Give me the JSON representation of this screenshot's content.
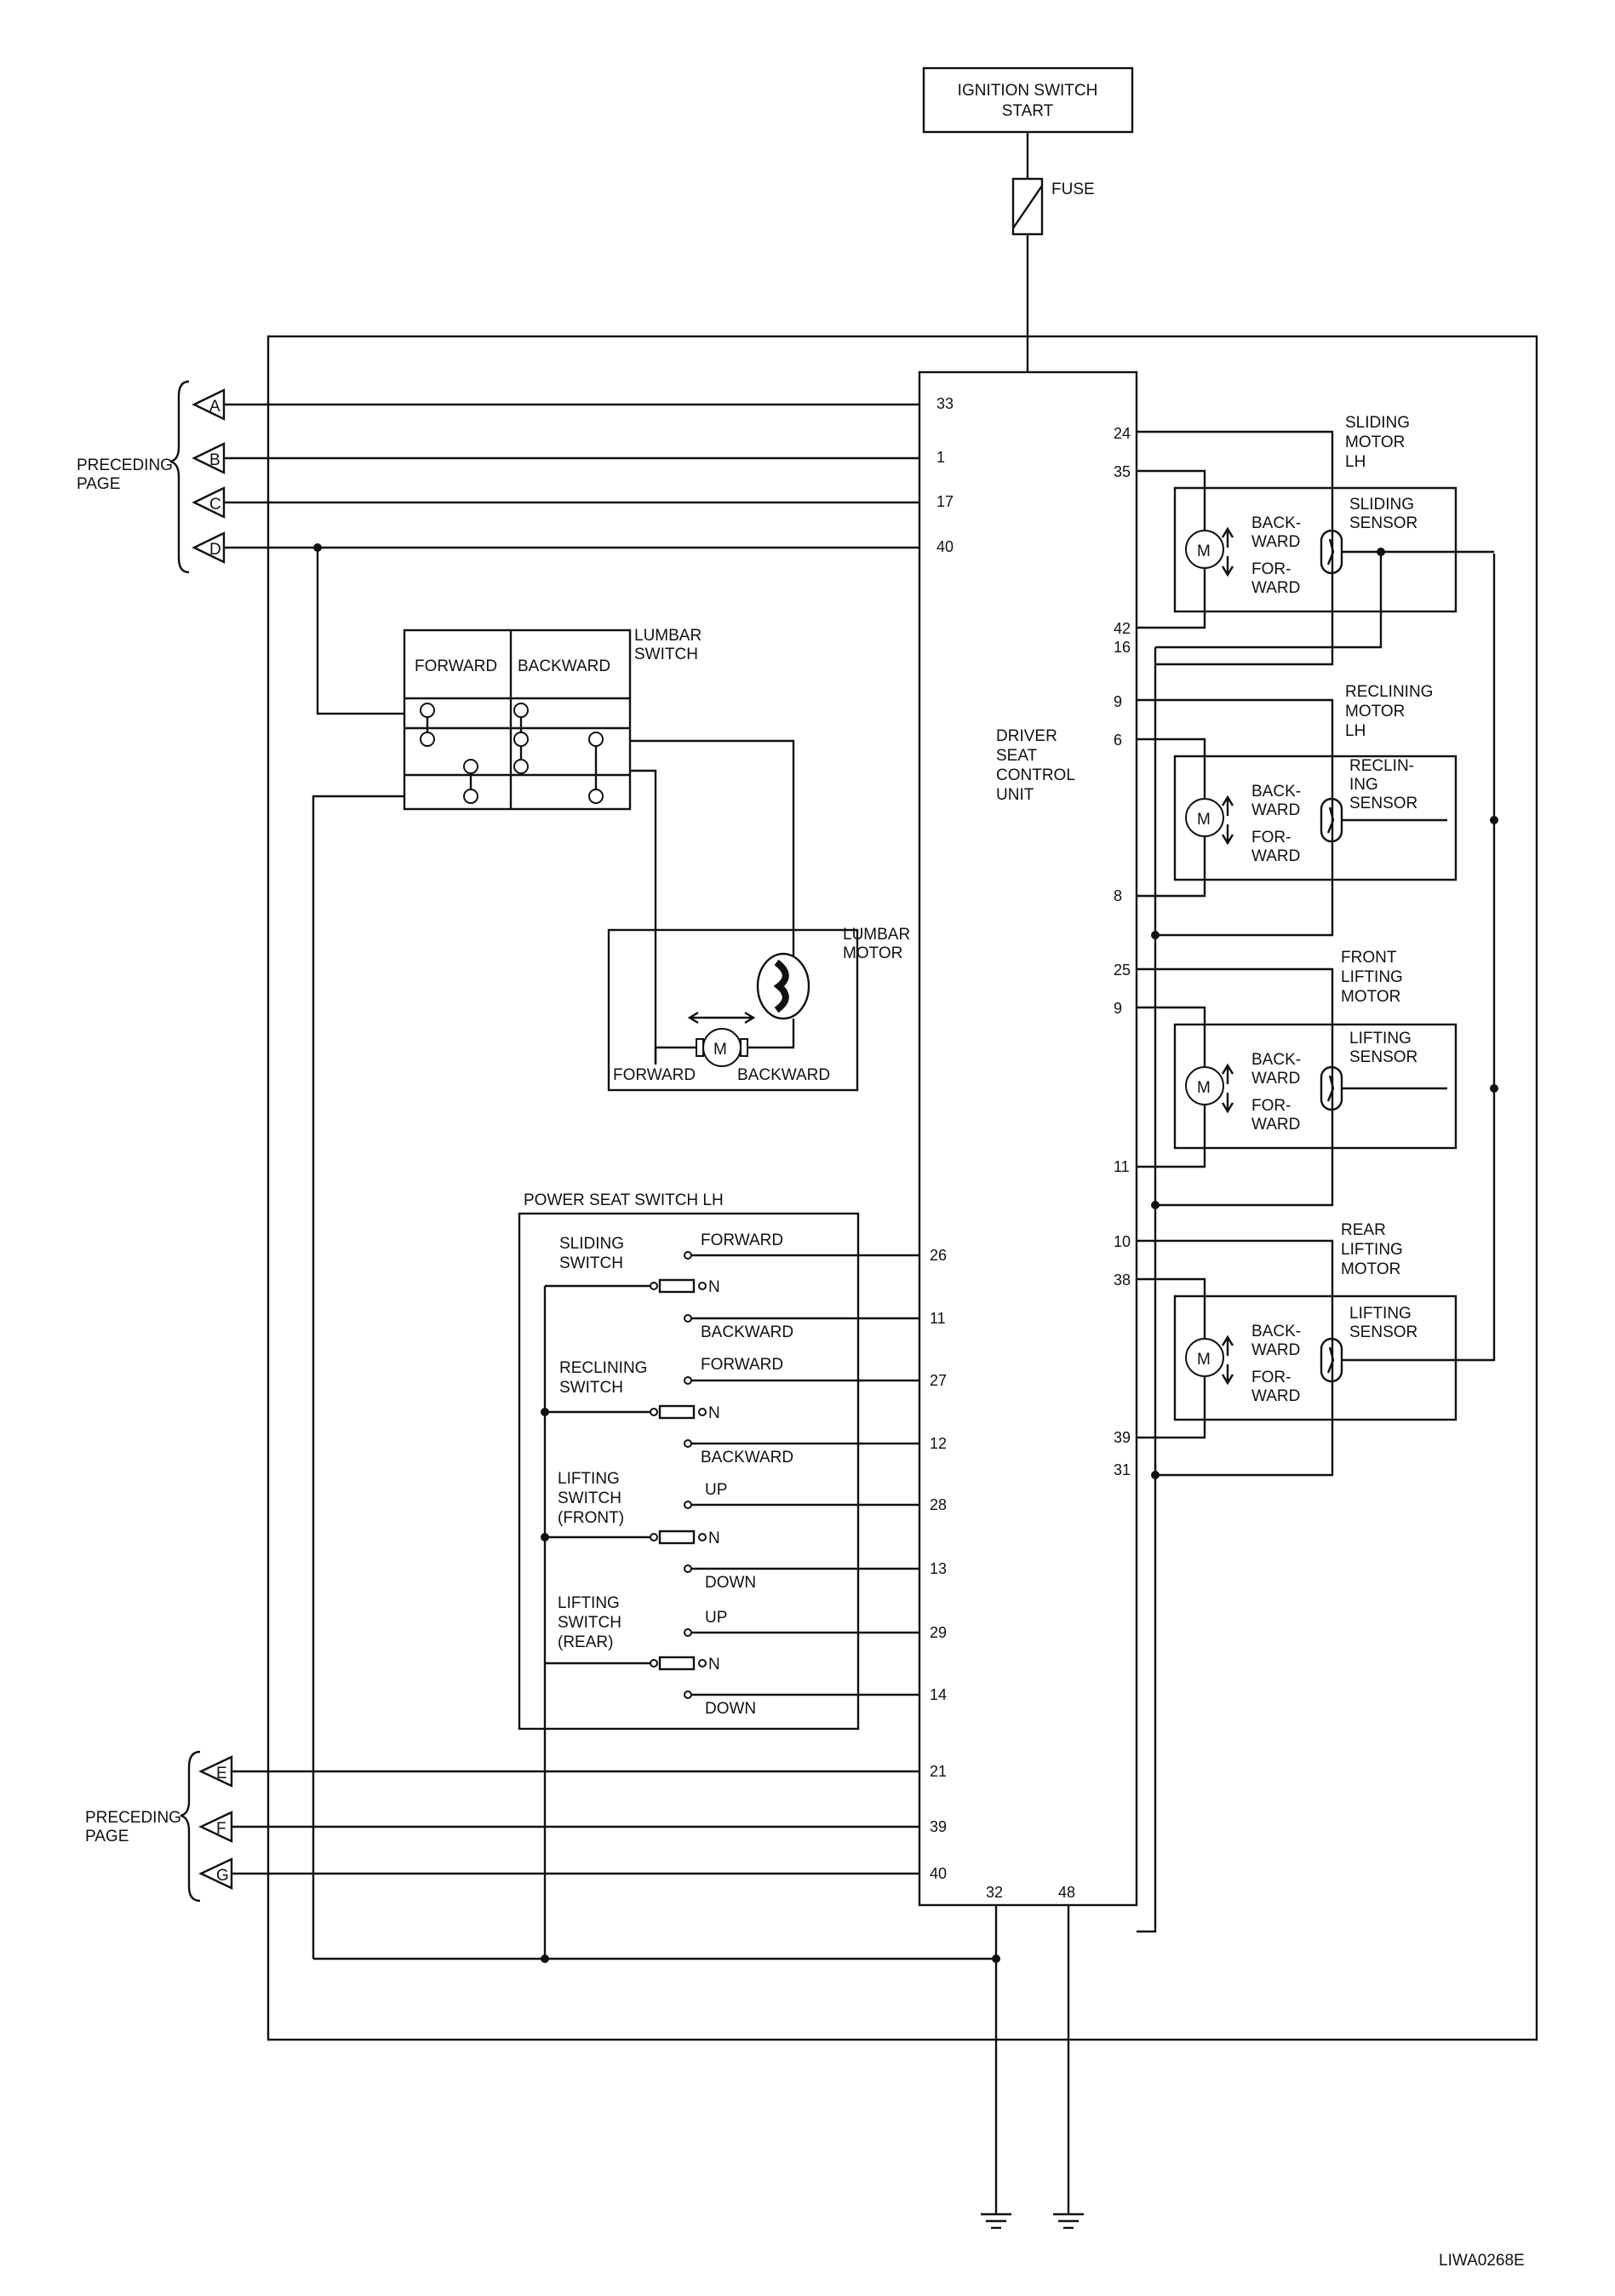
{
  "ignition": {
    "line1": "IGNITION SWITCH",
    "line2": "START"
  },
  "fuse": "FUSE",
  "preceding_page": {
    "line1": "PRECEDING",
    "line2": "PAGE"
  },
  "connectors": {
    "a": "A",
    "b": "B",
    "c": "C",
    "d": "D",
    "e": "E",
    "f": "F",
    "g": "G"
  },
  "control_unit": {
    "line1": "DRIVER",
    "line2": "SEAT",
    "line3": "CONTROL",
    "line4": "UNIT"
  },
  "pins_left": {
    "p33": "33",
    "p1": "1",
    "p17": "17",
    "p40a": "40",
    "p26": "26",
    "p11": "11",
    "p27": "27",
    "p12": "12",
    "p28": "28",
    "p13": "13",
    "p29": "29",
    "p14": "14",
    "p21": "21",
    "p39": "39",
    "p40b": "40"
  },
  "pins_bottom": {
    "p32": "32",
    "p48": "48"
  },
  "pins_right": {
    "p24": "24",
    "p35": "35",
    "p42": "42",
    "p16": "16",
    "p9a": "9",
    "p6": "6",
    "p8": "8",
    "p25": "25",
    "p9b": "9",
    "p11": "11",
    "p10": "10",
    "p38": "38",
    "p39": "39",
    "p31": "31"
  },
  "lumbar_switch": {
    "label1": "LUMBAR",
    "label2": "SWITCH",
    "forward": "FORWARD",
    "backward": "BACKWARD"
  },
  "lumbar_motor": {
    "label1": "LUMBAR",
    "label2": "MOTOR",
    "forward": "FORWARD",
    "backward": "BACKWARD",
    "m": "M"
  },
  "power_seat_switch": {
    "title": "POWER SEAT SWITCH LH",
    "sliding": {
      "l1": "SLIDING",
      "l2": "SWITCH",
      "a": "FORWARD",
      "n": "N",
      "b": "BACKWARD"
    },
    "reclining": {
      "l1": "RECLINING",
      "l2": "SWITCH",
      "a": "FORWARD",
      "n": "N",
      "b": "BACKWARD"
    },
    "lift_front": {
      "l1": "LIFTING",
      "l2": "SWITCH",
      "l3": "(FRONT)",
      "a": "UP",
      "n": "N",
      "b": "DOWN"
    },
    "lift_rear": {
      "l1": "LIFTING",
      "l2": "SWITCH",
      "l3": "(REAR)",
      "a": "UP",
      "n": "N",
      "b": "DOWN"
    }
  },
  "motors": {
    "sliding": {
      "l1": "SLIDING",
      "l2": "MOTOR",
      "l3": "LH",
      "s1": "SLIDING",
      "s2": "SENSOR",
      "s3": ""
    },
    "reclining": {
      "l1": "RECLINING",
      "l2": "MOTOR",
      "l3": "LH",
      "s1": "RECLIN-",
      "s2": "ING",
      "s3": "SENSOR"
    },
    "front_lift": {
      "l1": "FRONT",
      "l2": "LIFTING",
      "l3": "MOTOR",
      "s1": "LIFTING",
      "s2": "SENSOR",
      "s3": ""
    },
    "rear_lift": {
      "l1": "REAR",
      "l2": "LIFTING",
      "l3": "MOTOR",
      "s1": "LIFTING",
      "s2": "SENSOR",
      "s3": ""
    }
  },
  "motor_dir": {
    "b1": "BACK-",
    "b2": "WARD",
    "f1": "FOR-",
    "f2": "WARD",
    "m": "M"
  },
  "figure_code": "LIWA0268E"
}
